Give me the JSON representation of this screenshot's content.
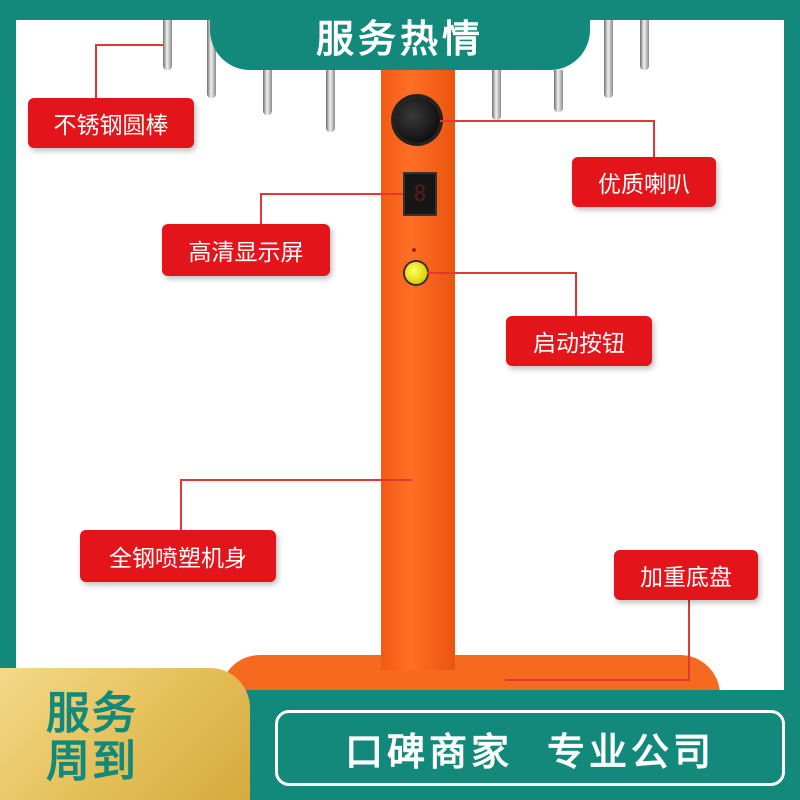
{
  "banner": {
    "title": "服务热情"
  },
  "labels": {
    "rods": "不锈钢圆棒",
    "speaker": "优质喇叭",
    "display": "高清显示屏",
    "start_button": "启动按钮",
    "body": "全钢喷塑机身",
    "base": "加重底盘"
  },
  "display_digit": "8",
  "footer": {
    "badge_line1": "服务",
    "badge_line2": "周到",
    "slogan_left": "口碑商家",
    "slogan_right": "专业公司"
  },
  "colors": {
    "teal": "#12897a",
    "orange": "#f56a1e",
    "label_red": "#e4151a",
    "gold": "#e4bf57"
  }
}
